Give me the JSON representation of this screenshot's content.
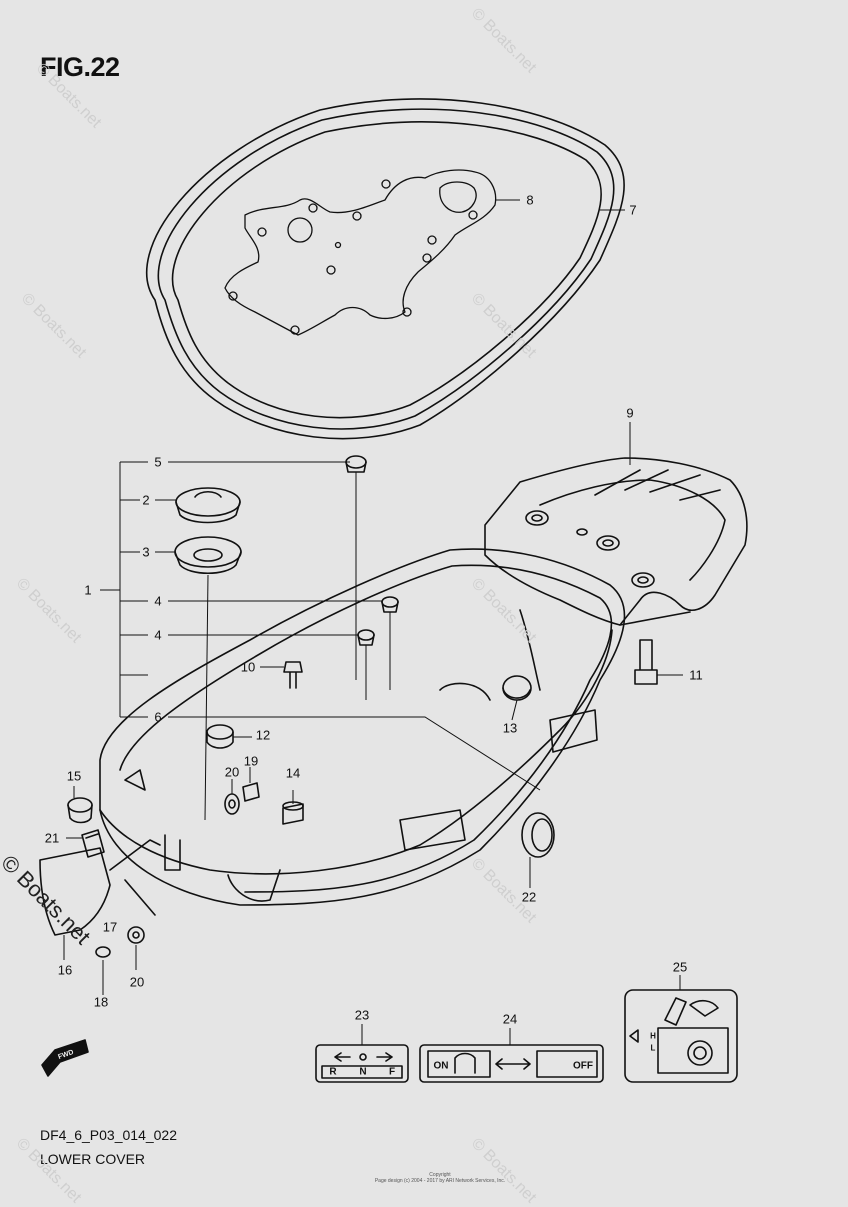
{
  "figure": {
    "title": "FIG.22",
    "code": "DF4_6_P03_014_022",
    "subtitle": "LOWER COVER",
    "copyright": "Copyright\nPage design (c) 2004 - 2017 by ARI Network Services, Inc."
  },
  "watermark": {
    "text": "© Boats.net"
  },
  "callouts": [
    "1",
    "2",
    "3",
    "4",
    "4",
    "5",
    "6",
    "7",
    "8",
    "9",
    "10",
    "11",
    "12",
    "13",
    "14",
    "15",
    "16",
    "17",
    "18",
    "19",
    "20",
    "20",
    "21",
    "22",
    "23",
    "24",
    "25"
  ],
  "labels": {
    "decal_23": {
      "r": "R",
      "n": "N",
      "f": "F"
    },
    "decal_24": {
      "on": "ON",
      "off": "OFF"
    },
    "decal_25": {
      "h": "H",
      "l": "L"
    },
    "fwd": "FWD"
  }
}
